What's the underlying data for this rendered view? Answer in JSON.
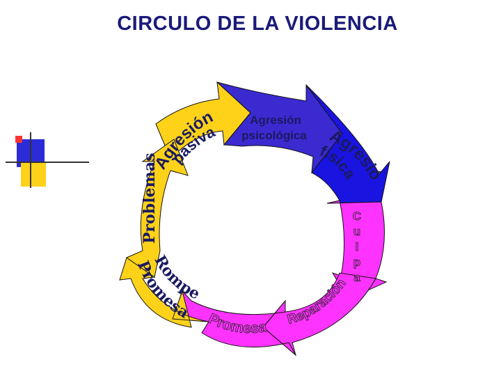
{
  "title": "CIRCULO DE LA VIOLENCIA",
  "stages": {
    "psicologica": {
      "line1": "Agresión",
      "line2": "psicológica",
      "color": "#3a2ad0"
    },
    "fisica": {
      "line1": "Agresión",
      "line2": "física",
      "color": "#1a14e0"
    },
    "culpa": {
      "text": "Culpa",
      "color": "#ff33ff"
    },
    "reparacion": {
      "text": "Reparación",
      "color": "#ff33ff"
    },
    "promesas": {
      "text": "Promesas",
      "color": "#ff33ff"
    },
    "romper": {
      "line1": "Romper",
      "line2": "Promesas",
      "color": "#ffd21a"
    },
    "problemas": {
      "text": "Problemas",
      "color": "#ffd21a"
    },
    "pasiva": {
      "line1": "Agresión",
      "line2": "pasiva",
      "color": "#ffd21a"
    }
  },
  "text_color": "#1a1a60"
}
